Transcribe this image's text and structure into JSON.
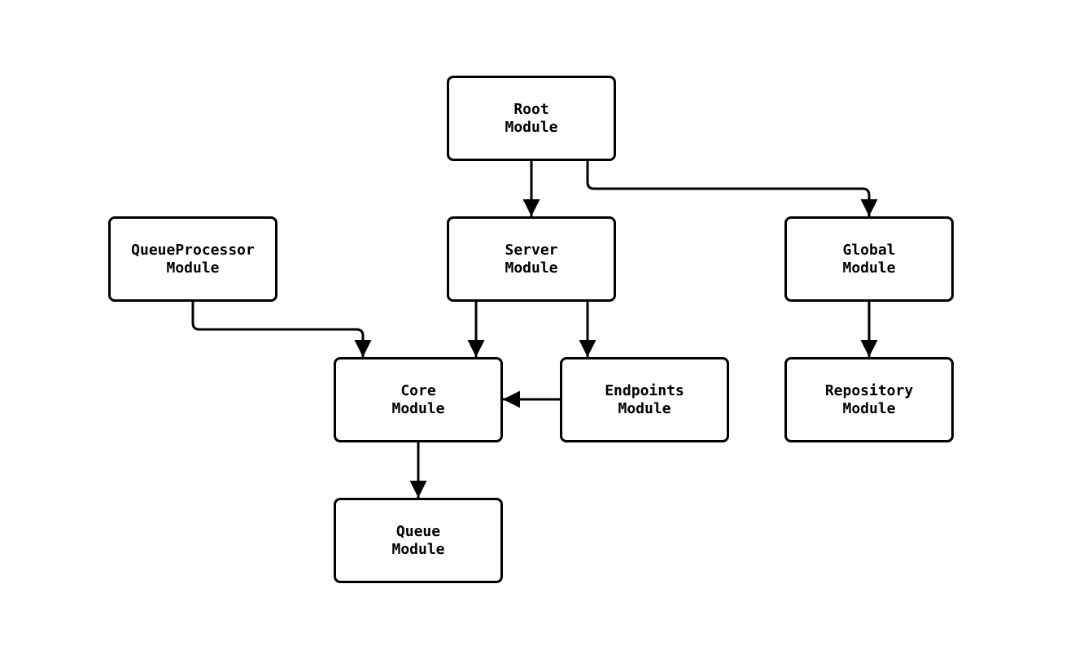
{
  "diagram": {
    "type": "flowchart",
    "direction": "top-down",
    "colors": {
      "background": "#ffffff",
      "node_fill": "#ffffff",
      "node_border": "#000000",
      "edge": "#000000",
      "text": "#000000"
    },
    "nodes": [
      {
        "id": "root",
        "line1": "Root",
        "line2": "Module"
      },
      {
        "id": "queueprocessor",
        "line1": "QueueProcessor",
        "line2": "Module"
      },
      {
        "id": "server",
        "line1": "Server",
        "line2": "Module"
      },
      {
        "id": "global",
        "line1": "Global",
        "line2": "Module"
      },
      {
        "id": "core",
        "line1": "Core",
        "line2": "Module"
      },
      {
        "id": "endpoints",
        "line1": "Endpoints",
        "line2": "Module"
      },
      {
        "id": "repository",
        "line1": "Repository",
        "line2": "Module"
      },
      {
        "id": "queue",
        "line1": "Queue",
        "line2": "Module"
      }
    ],
    "edges": [
      {
        "from": "Root Module",
        "to": "Server Module",
        "style": "solid-arrow"
      },
      {
        "from": "Root Module",
        "to": "Global Module",
        "style": "solid-arrow"
      },
      {
        "from": "QueueProcessor Module",
        "to": "Core Module",
        "style": "solid-arrow"
      },
      {
        "from": "Server Module",
        "to": "Core Module",
        "style": "solid-arrow"
      },
      {
        "from": "Server Module",
        "to": "Endpoints Module",
        "style": "solid-arrow"
      },
      {
        "from": "Endpoints Module",
        "to": "Core Module",
        "style": "solid-arrow"
      },
      {
        "from": "Global Module",
        "to": "Repository Module",
        "style": "solid-arrow"
      },
      {
        "from": "Core Module",
        "to": "Queue Module",
        "style": "solid-arrow"
      }
    ]
  }
}
